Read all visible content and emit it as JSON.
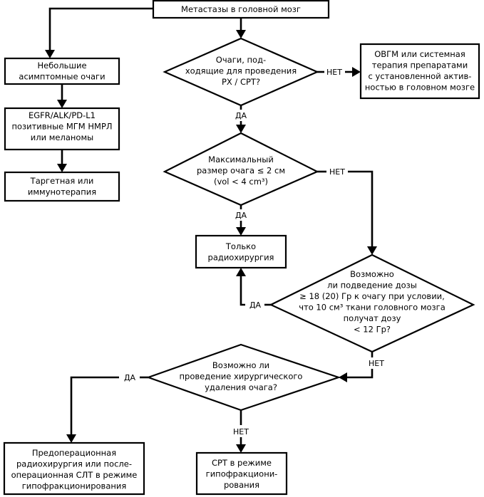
{
  "nodes": {
    "start": [
      "Метастазы в головной мозг"
    ],
    "small_asymptomatic": [
      "Небольшие",
      "асимптомные очаги"
    ],
    "egfr": [
      "EGFR/ALK/PD-L1",
      "позитивные МГМ НМРЛ",
      "или меланомы"
    ],
    "targeted": [
      "Таргетная или",
      "иммунотерапия"
    ],
    "suitable_decision": [
      "Очаги, под-",
      "ходящие для проведения",
      "РХ / СРТ?"
    ],
    "wbrt_systemic": [
      "ОВГМ или системная",
      "терапия препаратами",
      "с установленной актив-",
      "ностью в головном мозге"
    ],
    "size_decision": [
      "Максимальный",
      "размер очага ≤ 2 см",
      "(vol < 4 cm³)"
    ],
    "radiosurgery_only": [
      "Только",
      "радиохирургия"
    ],
    "dose_decision": [
      "Возможно",
      "ли подведение дозы",
      "≥ 18 (20) Гр к очагу при условии,",
      "что 10 см³ ткани головного мозга",
      "получат дозу",
      "< 12 Гр?"
    ],
    "surgery_decision": [
      "Возможно ли",
      "проведение хирургического",
      "удаления очага?"
    ],
    "preop": [
      "Предоперационная",
      "радиохирургия или после-",
      "операционная СЛТ в режиме",
      "гипофракционирования"
    ],
    "srt_hypo": [
      "СРТ в режиме",
      "гипофракциони-",
      "рования"
    ]
  },
  "edge_labels": {
    "suitable_no": "НЕТ",
    "suitable_yes": "ДА",
    "size_no": "НЕТ",
    "size_yes": "ДА",
    "dose_yes": "ДА",
    "dose_no": "НЕТ",
    "surgery_yes": "ДА",
    "surgery_no": "НЕТ"
  }
}
